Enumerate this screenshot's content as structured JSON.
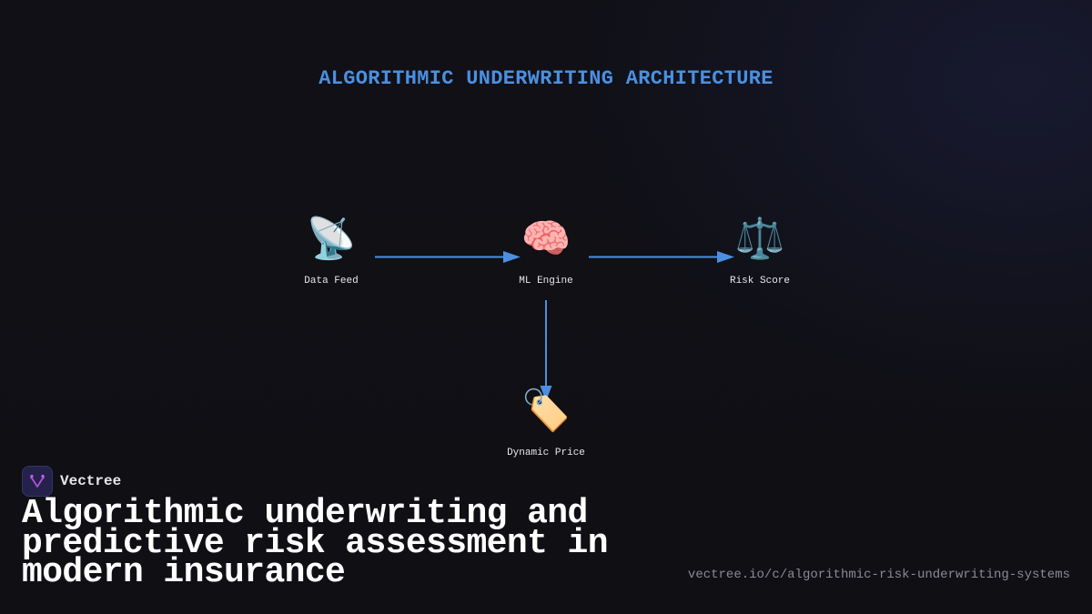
{
  "diagram": {
    "title": "ALGORITHMIC UNDERWRITING ARCHITECTURE",
    "accent_color": "#4a90e2",
    "nodes": [
      {
        "id": "data-feed",
        "label": "Data Feed",
        "icon": "satellite-antenna-icon",
        "glyph": "📡"
      },
      {
        "id": "ml-engine",
        "label": "ML Engine",
        "icon": "brain-icon",
        "glyph": "🧠"
      },
      {
        "id": "risk-score",
        "label": "Risk Score",
        "icon": "balance-scale-icon",
        "glyph": "⚖️"
      },
      {
        "id": "dynamic-price",
        "label": "Dynamic Price",
        "icon": "price-tag-icon",
        "glyph": "🏷️"
      }
    ],
    "edges": [
      {
        "from": "data-feed",
        "to": "ml-engine"
      },
      {
        "from": "ml-engine",
        "to": "risk-score"
      },
      {
        "from": "ml-engine",
        "to": "dynamic-price"
      }
    ]
  },
  "brand": {
    "name": "Vectree",
    "logo_icon": "vectree-logo-icon"
  },
  "headline": "Algorithmic underwriting and predictive risk assessment in modern insurance",
  "url": "vectree.io/c/algorithmic-risk-underwriting-systems"
}
